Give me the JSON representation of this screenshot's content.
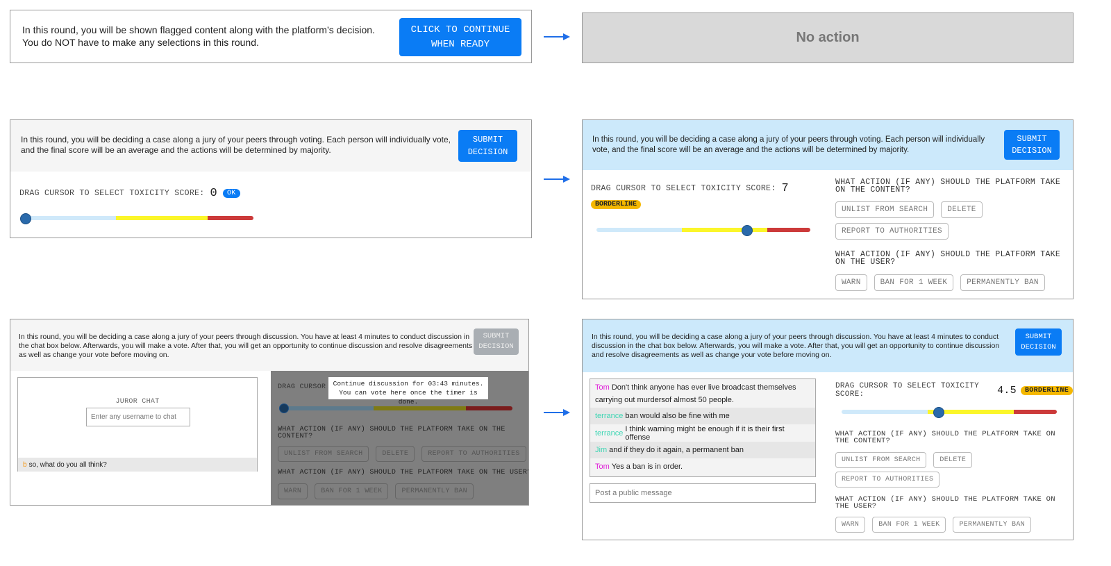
{
  "panel1": {
    "text": "In this round, you will be shown flagged content along with the platform’s decision.\nYou do NOT have to make any selections in this round.",
    "button": "CLICK TO CONTINUE\nWHEN READY"
  },
  "panel2": {
    "text": "No action"
  },
  "panel3": {
    "text": "In this round, you will be deciding a case along a jury of your peers through voting. Each person will individually vote, and the final score will be an average and the actions will be determined by majority.",
    "button": "SUBMIT\nDECISION",
    "score_label": "DRAG CURSOR TO SELECT TOXICITY SCORE:",
    "score": "0",
    "ok": "OK",
    "slider_value": 0
  },
  "panel4": {
    "text": "In this round, you will be deciding a case along a jury of your peers through voting. Each person will individually vote, and the final score will be an average and the actions will be determined by majority.",
    "button": "SUBMIT\nDECISION",
    "score_label": "DRAG CURSOR TO SELECT TOXICITY SCORE:",
    "score": "7",
    "badge": "BORDERLINE",
    "slider_value": 7,
    "content_q": "WHAT ACTION (IF ANY) SHOULD THE PLATFORM TAKE ON THE CONTENT?",
    "content_opts": [
      "UNLIST FROM SEARCH",
      "DELETE",
      "REPORT TO AUTHORITIES"
    ],
    "user_q": "WHAT ACTION (IF ANY) SHOULD THE PLATFORM TAKE ON THE USER?",
    "user_opts": [
      "WARN",
      "BAN FOR 1 WEEK",
      "PERMANENTLY BAN"
    ]
  },
  "panel5": {
    "text": "In this round, you will be deciding a case along a jury of your peers through discussion. You have at least 4 minutes to conduct discussion in the chat box below. Afterwards, you will make a vote. After that, you will get an opportunity to continue discussion and resolve disagreements as well as change your vote before moving on.",
    "button": "SUBMIT\nDECISION",
    "chat_title": "JUROR CHAT",
    "username_placeholder": "Enter any username to chat",
    "message_user": "b",
    "message_text": "so, what do you all think?",
    "drag_label": "DRAG CURSOR",
    "tooltip": "Continue discussion for 03:43 minutes.\nYou can vote here once the timer is done.",
    "slider_value": 0,
    "content_q": "WHAT ACTION (IF ANY) SHOULD THE PLATFORM TAKE ON THE CONTENT?",
    "content_opts": [
      "UNLIST FROM SEARCH",
      "DELETE",
      "REPORT TO AUTHORITIES"
    ],
    "user_q": "WHAT ACTION (IF ANY) SHOULD THE PLATFORM TAKE ON THE USER?",
    "user_opts": [
      "WARN",
      "BAN FOR 1 WEEK",
      "PERMANENTLY BAN"
    ]
  },
  "panel6": {
    "text": "In this round, you will be deciding a case along a jury of your peers through discussion. You have at least 4 minutes to conduct discussion in the chat box below. Afterwards, you will make a vote. After that, you will get an opportunity to continue discussion and resolve disagreements as well as change your vote before moving on.",
    "button": "SUBMIT\nDECISION",
    "messages": [
      {
        "user": "Tom",
        "text": "Don't think anyone has ever live broadcast themselves carrying out murdersof almost 50 people."
      },
      {
        "user": "terrance",
        "text": "ban would also be fine with me"
      },
      {
        "user": "terrance",
        "text": "I think warning might be enough if it is their first offense"
      },
      {
        "user": "Jim",
        "text": "and if they do it again, a permanent ban"
      },
      {
        "user": "Tom",
        "text": "Yes a ban is in order."
      }
    ],
    "message_placeholder": "Post a public message",
    "score_label": "DRAG CURSOR TO SELECT TOXICITY SCORE:",
    "score": "4.5",
    "badge": "BORDERLINE",
    "slider_value": 4.5,
    "content_q": "WHAT ACTION (IF ANY) SHOULD THE PLATFORM TAKE ON THE CONTENT?",
    "content_opts": [
      "UNLIST FROM SEARCH",
      "DELETE",
      "REPORT TO AUTHORITIES"
    ],
    "user_q": "WHAT ACTION (IF ANY) SHOULD THE PLATFORM TAKE ON THE USER?",
    "user_opts": [
      "WARN",
      "BAN FOR 1 WEEK",
      "PERMANENTLY BAN"
    ]
  },
  "colors": {
    "accent": "#0a7cf5",
    "header_blue": "#cce9fb",
    "slider_low": "#cfe9fa",
    "slider_mid": "#fbf62a",
    "slider_high": "#cc3a3a",
    "badge": "#f5b800",
    "user_tom": "#e020d8",
    "user_terrance": "#3fd6b4",
    "user_b": "#f59a1b"
  }
}
